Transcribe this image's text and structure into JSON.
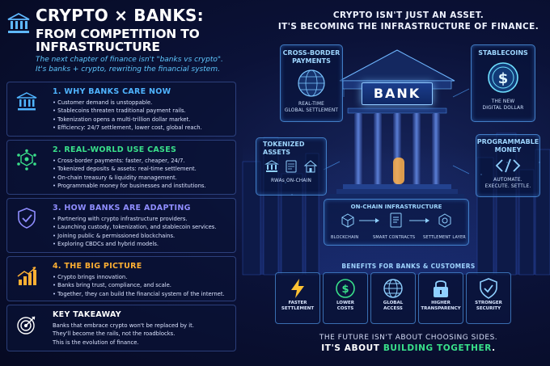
{
  "header": {
    "title_line1": "CRYPTO × BANKS:",
    "title_line2": "FROM COMPETITION TO INFRASTRUCTURE",
    "subtitle_line1": "The next chapter of finance isn't \"banks vs crypto\".",
    "subtitle_line2": "It's banks + crypto, rewriting the financial system."
  },
  "sections": [
    {
      "title": "1. WHY BANKS CARE NOW",
      "icon": "bank-icon",
      "color": "#4fb4ff",
      "items": [
        "Customer demand is unstoppable.",
        "Stablecoins threaten traditional payment rails.",
        "Tokenization opens a multi-trillion dollar market.",
        "Efficiency: 24/7 settlement, lower cost, global reach."
      ]
    },
    {
      "title": "2. REAL-WORLD USE CASES",
      "icon": "network-icon",
      "color": "#39e08a",
      "items": [
        "Cross-border payments: faster, cheaper, 24/7.",
        "Tokenized deposits & assets: real-time settlement.",
        "On-chain treasury & liquidity management.",
        "Programmable money for businesses and institutions."
      ]
    },
    {
      "title": "3. HOW BANKS ARE ADAPTING",
      "icon": "shield-check-icon",
      "color": "#8f8dff",
      "items": [
        "Partnering with crypto infrastructure providers.",
        "Launching custody, tokenization, and stablecoin services.",
        "Joining public & permissioned blockchains.",
        "Exploring CBDCs and hybrid models."
      ]
    },
    {
      "title": "4. THE BIG PICTURE",
      "icon": "growth-chart-icon",
      "color": "#ffb033",
      "items": [
        "Crypto brings innovation.",
        "Banks bring trust, compliance, and scale.",
        "Together, they can build the financial system of the internet."
      ]
    }
  ],
  "takeaway": {
    "title": "KEY TAKEAWAY",
    "icon": "target-icon",
    "line1": "Banks that embrace crypto won't be replaced by it.",
    "line2": "They'll become the rails, not the roadblocks.",
    "line3": "This is the evolution of finance."
  },
  "right_header": {
    "line1": "CRYPTO ISN'T JUST AN ASSET.",
    "line2": "IT'S BECOMING THE INFRASTRUCTURE OF FINANCE."
  },
  "bank_sign": "BANK",
  "panels": {
    "cross_border": {
      "title_line1": "CROSS-BORDER",
      "title_line2": "PAYMENTS",
      "sub_line1": "REAL-TIME",
      "sub_line2": "GLOBAL SETTLEMENT"
    },
    "stablecoins": {
      "title": "STABLECOINS",
      "sub_line1": "THE NEW",
      "sub_line2": "DIGITAL DOLLAR"
    },
    "tokenized": {
      "title_line1": "TOKENIZED",
      "title_line2": "ASSETS",
      "sub": "RWAs ON-CHAIN"
    },
    "programmable": {
      "title_line1": "PROGRAMMABLE",
      "title_line2": "MONEY",
      "sub_line1": "AUTOMATE.",
      "sub_line2": "EXECUTE. SETTLE."
    },
    "onchain": {
      "title": "ON-CHAIN INFRASTRUCTURE",
      "blockchain": "BLOCKCHAIN",
      "contracts": "SMART CONTRACTS",
      "settlement": "SETTLEMENT LAYER"
    }
  },
  "benefits": {
    "title": "BENEFITS FOR BANKS & CUSTOMERS",
    "items": [
      {
        "line1": "FASTER",
        "line2": "SETTLEMENT",
        "icon": "lightning-icon"
      },
      {
        "line1": "LOWER",
        "line2": "COSTS",
        "icon": "dollar-coin-icon"
      },
      {
        "line1": "GLOBAL",
        "line2": "ACCESS",
        "icon": "globe-icon"
      },
      {
        "line1": "HIGHER",
        "line2": "TRANSPARENCY",
        "icon": "lock-icon"
      },
      {
        "line1": "STRONGER",
        "line2": "SECURITY",
        "icon": "shield-icon"
      }
    ]
  },
  "footer": {
    "line1": "THE FUTURE ISN'T ABOUT CHOOSING SIDES.",
    "line2_prefix": "IT'S ABOUT ",
    "line2_highlight": "BUILDING TOGETHER",
    "line2_suffix": "."
  }
}
